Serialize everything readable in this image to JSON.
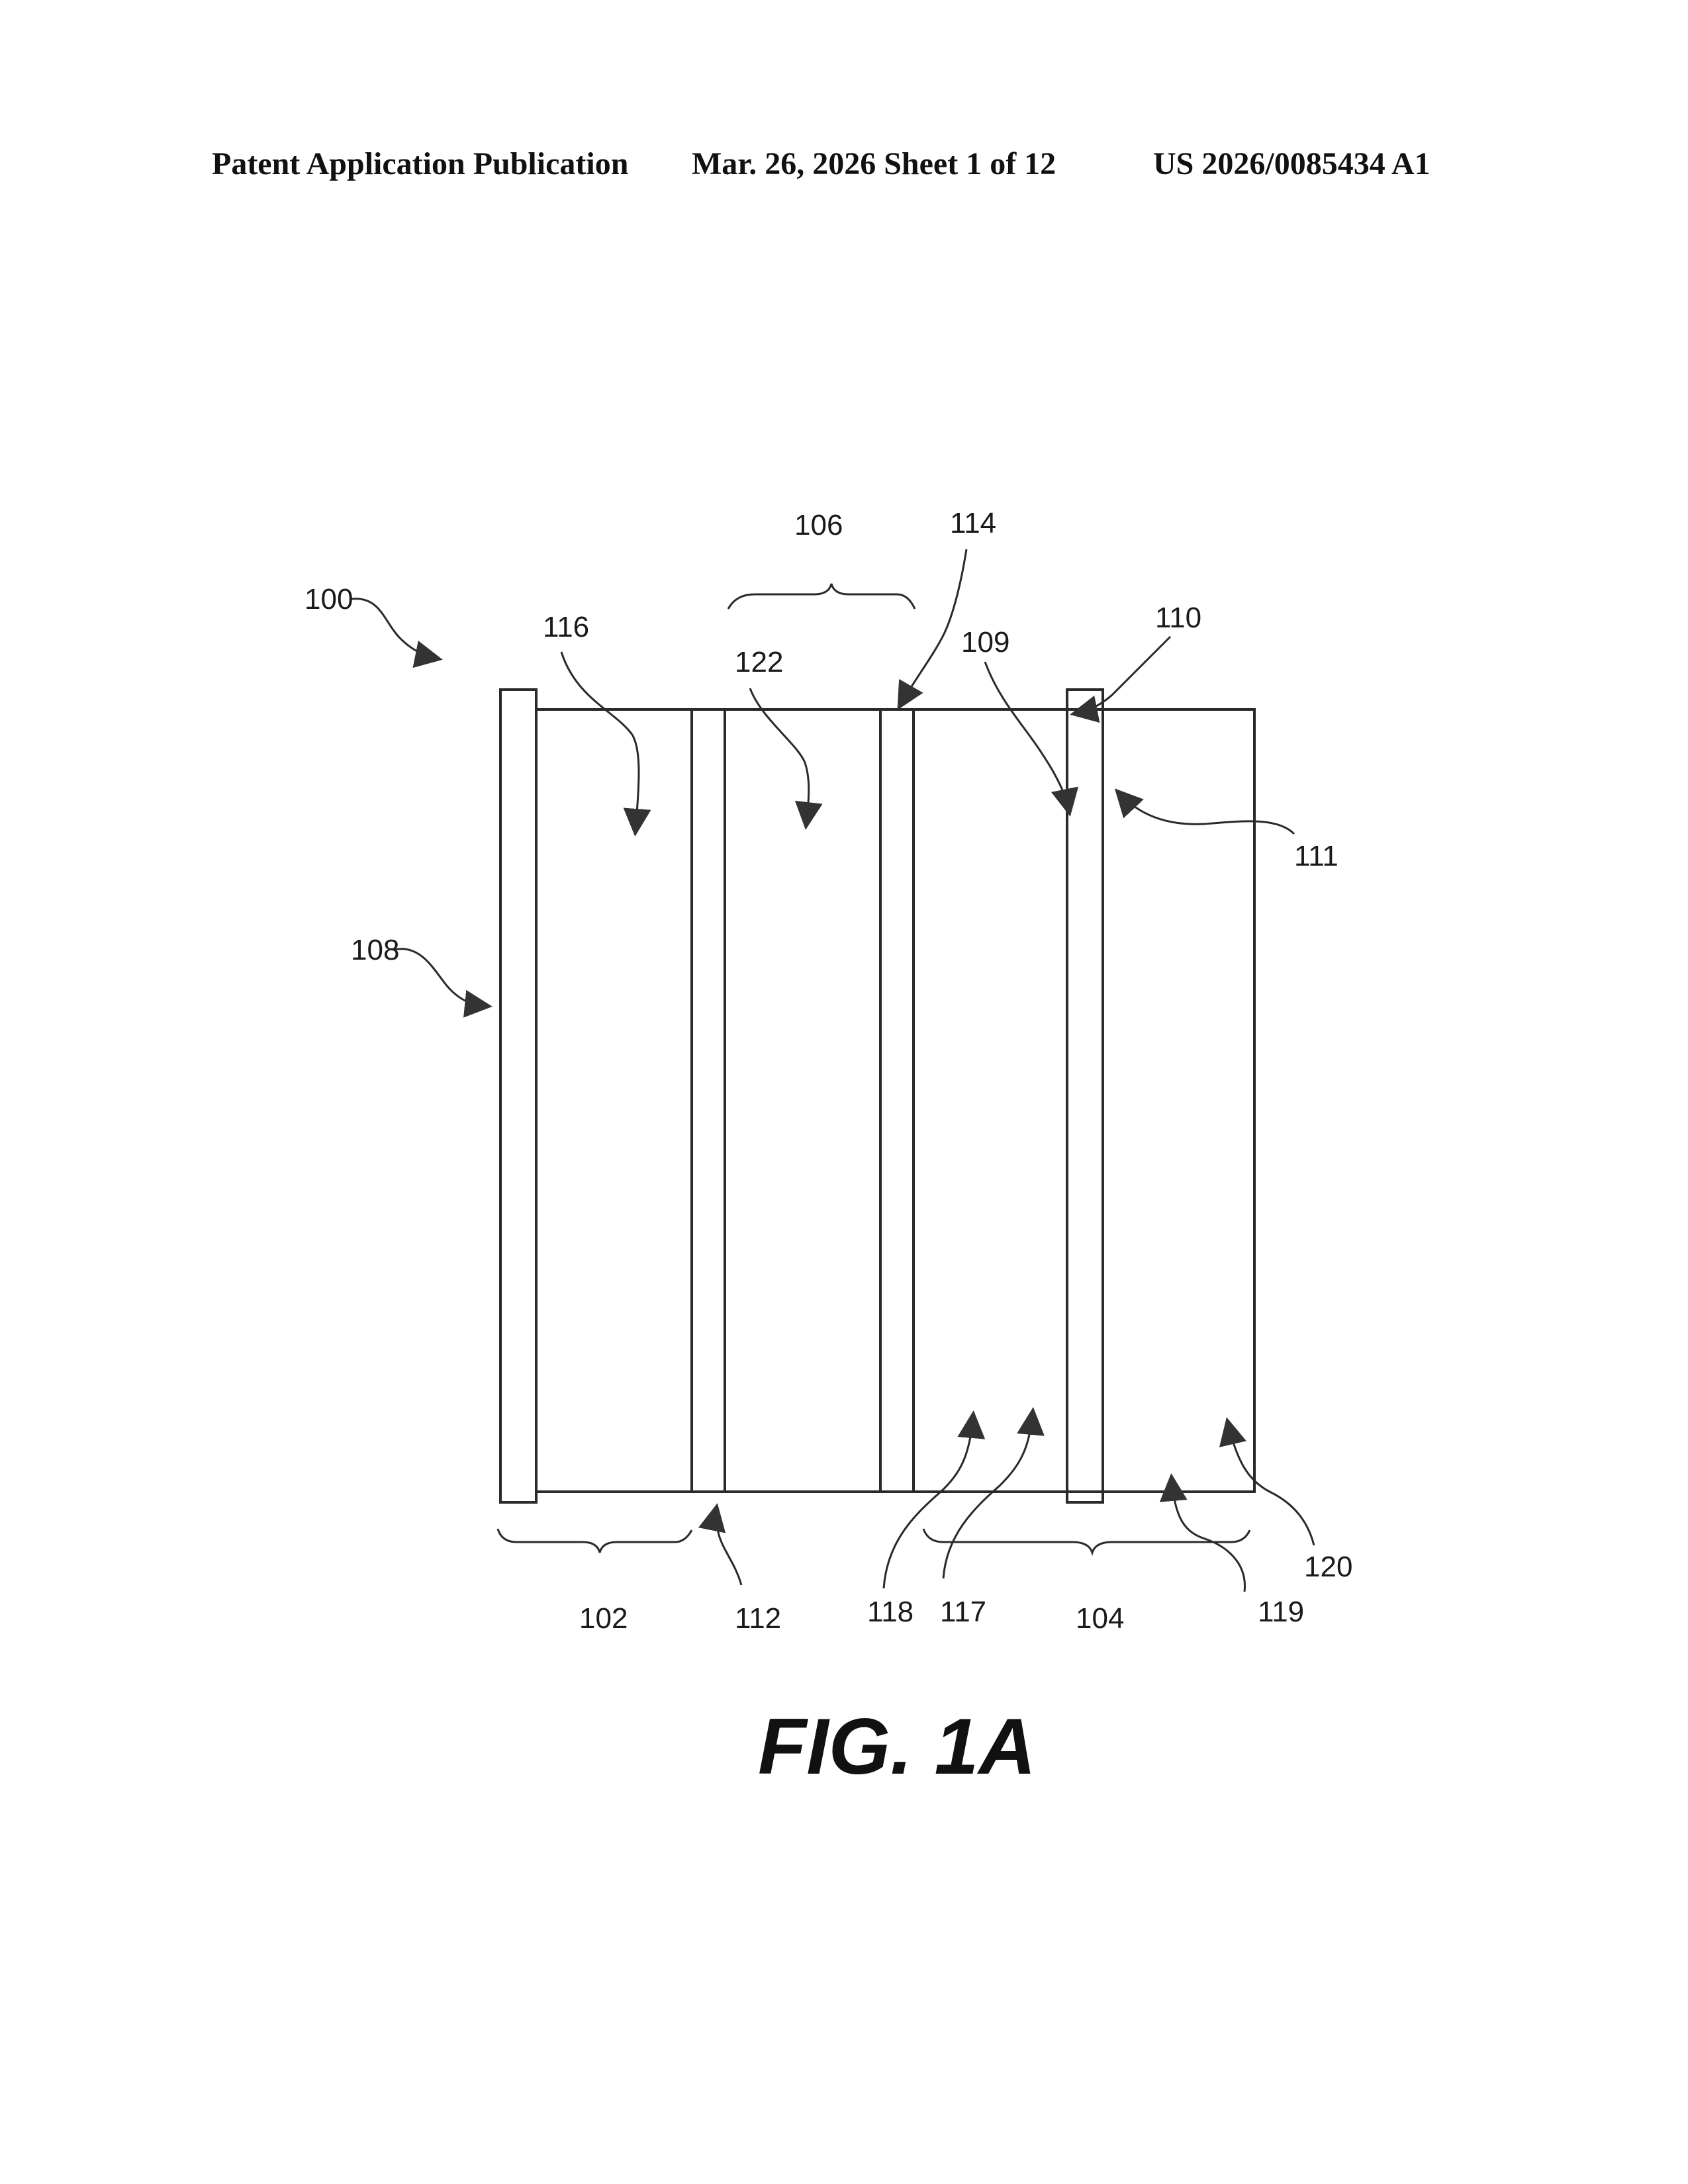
{
  "header": {
    "publication": "Patent Application Publication",
    "date_sheet": "Mar. 26, 2026  Sheet 1 of 12",
    "number": "US 2026/0085434 A1"
  },
  "labels": {
    "l100": "100",
    "l102": "102",
    "l104": "104",
    "l106": "106",
    "l108": "108",
    "l109": "109",
    "l110": "110",
    "l111": "111",
    "l112": "112",
    "l114": "114",
    "l116": "116",
    "l117": "117",
    "l118": "118",
    "l119": "119",
    "l120": "120",
    "l122": "122"
  },
  "figure_caption": "FIG. 1A"
}
